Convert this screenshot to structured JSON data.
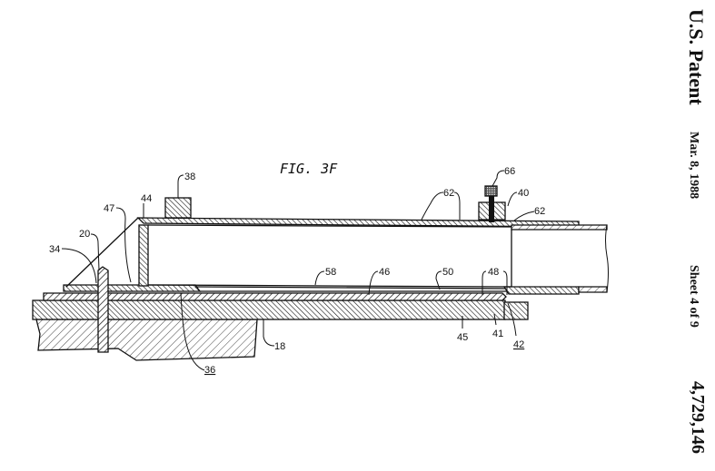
{
  "header": {
    "title": "U.S. Patent",
    "date": "Mar. 8, 1988",
    "sheet": "Sheet 4 of 9",
    "patent_number": "4,729,146"
  },
  "figure": {
    "title": "FIG. 3F",
    "labels": {
      "l38": "38",
      "l44": "44",
      "l47": "47",
      "l20": "20",
      "l34": "34",
      "l58": "58",
      "l46": "46",
      "l50": "50",
      "l48": "48",
      "l66": "66",
      "l40": "40",
      "l62a": "62",
      "l62b": "62",
      "l45": "45",
      "l41": "41",
      "l42": "42",
      "l18": "18",
      "l36": "36"
    }
  }
}
